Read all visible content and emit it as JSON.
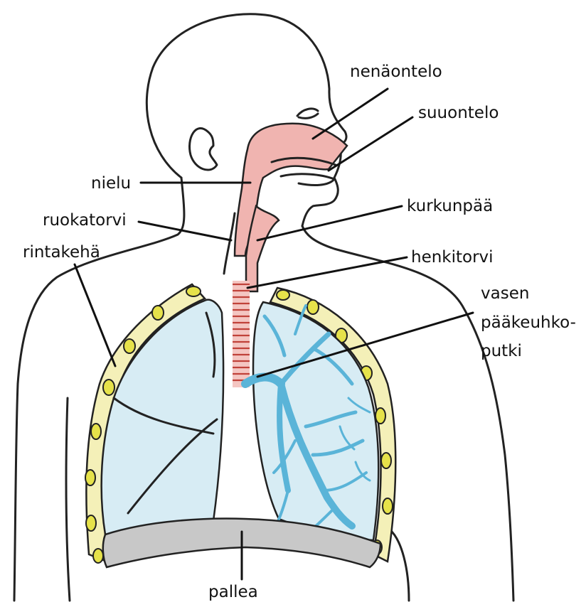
{
  "labels": {
    "nasal_cavity": "nenäontelo",
    "oral_cavity": "suuontelo",
    "pharynx": "nielu",
    "esophagus": "ruokatorvi",
    "larynx": "kurkunpää",
    "chest": "rintakehä",
    "trachea": "henkitorvi",
    "bronchus_line1": "vasen",
    "bronchus_line2": "pääkeuhko-",
    "bronchus_line3": "putki",
    "diaphragm": "pallea"
  },
  "colors": {
    "outline": "#222222",
    "airway": "#f0b4b0",
    "lung": "#d7ecf4",
    "bronchial_tree": "#5ab4d8",
    "rib": "#e6e24a",
    "chest_wall": "#f4f0b8",
    "diaphragm": "#c8c8c8"
  }
}
